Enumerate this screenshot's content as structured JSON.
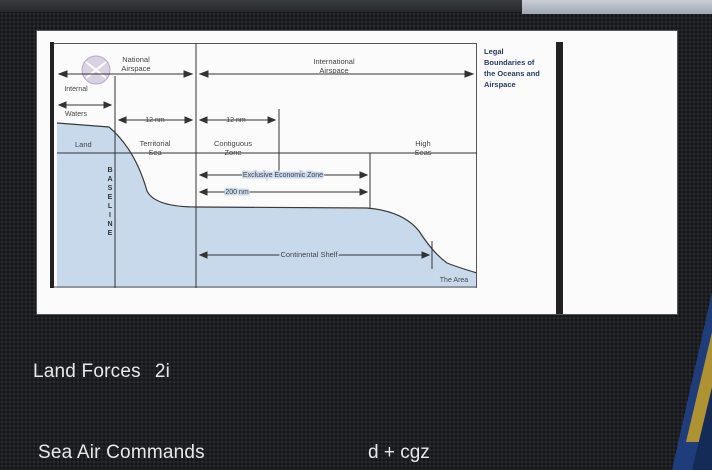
{
  "diagram": {
    "title_lines": [
      "Legal",
      "Boundaries of",
      "the Oceans and",
      "Airspace"
    ],
    "national_airspace": [
      "National",
      "Airspace"
    ],
    "international_airspace": [
      "International",
      "Airspace"
    ],
    "internal_waters": [
      "Internal",
      "Waters"
    ],
    "land": "Land",
    "territorial_sea": [
      "Territorial",
      "Sea"
    ],
    "contiguous_zone": [
      "Contiguous",
      "Zone"
    ],
    "high_seas": [
      "High",
      "Seas"
    ],
    "nm12_a": "12 nm",
    "nm12_b": "12 nm",
    "eez": "Exclusive Economic Zone",
    "nm200": "200 nm",
    "baseline_letters": [
      "B",
      "A",
      "S",
      "E",
      "L",
      "I",
      "N",
      "E"
    ],
    "continental_shelf": "Continental Shelf",
    "the_area": "The Area"
  },
  "captions": {
    "land_forces": "Land Forces",
    "land_forces_code": "2i",
    "sea_air_commands": "Sea Air Commands",
    "sea_air_code": "d + cgz"
  },
  "colors": {
    "water": "#c9d9ec",
    "lines": "#3a3a3a",
    "text": "#e8e8e8",
    "accent_blue": "#1f3d7a",
    "accent_gold": "#c9a227"
  }
}
